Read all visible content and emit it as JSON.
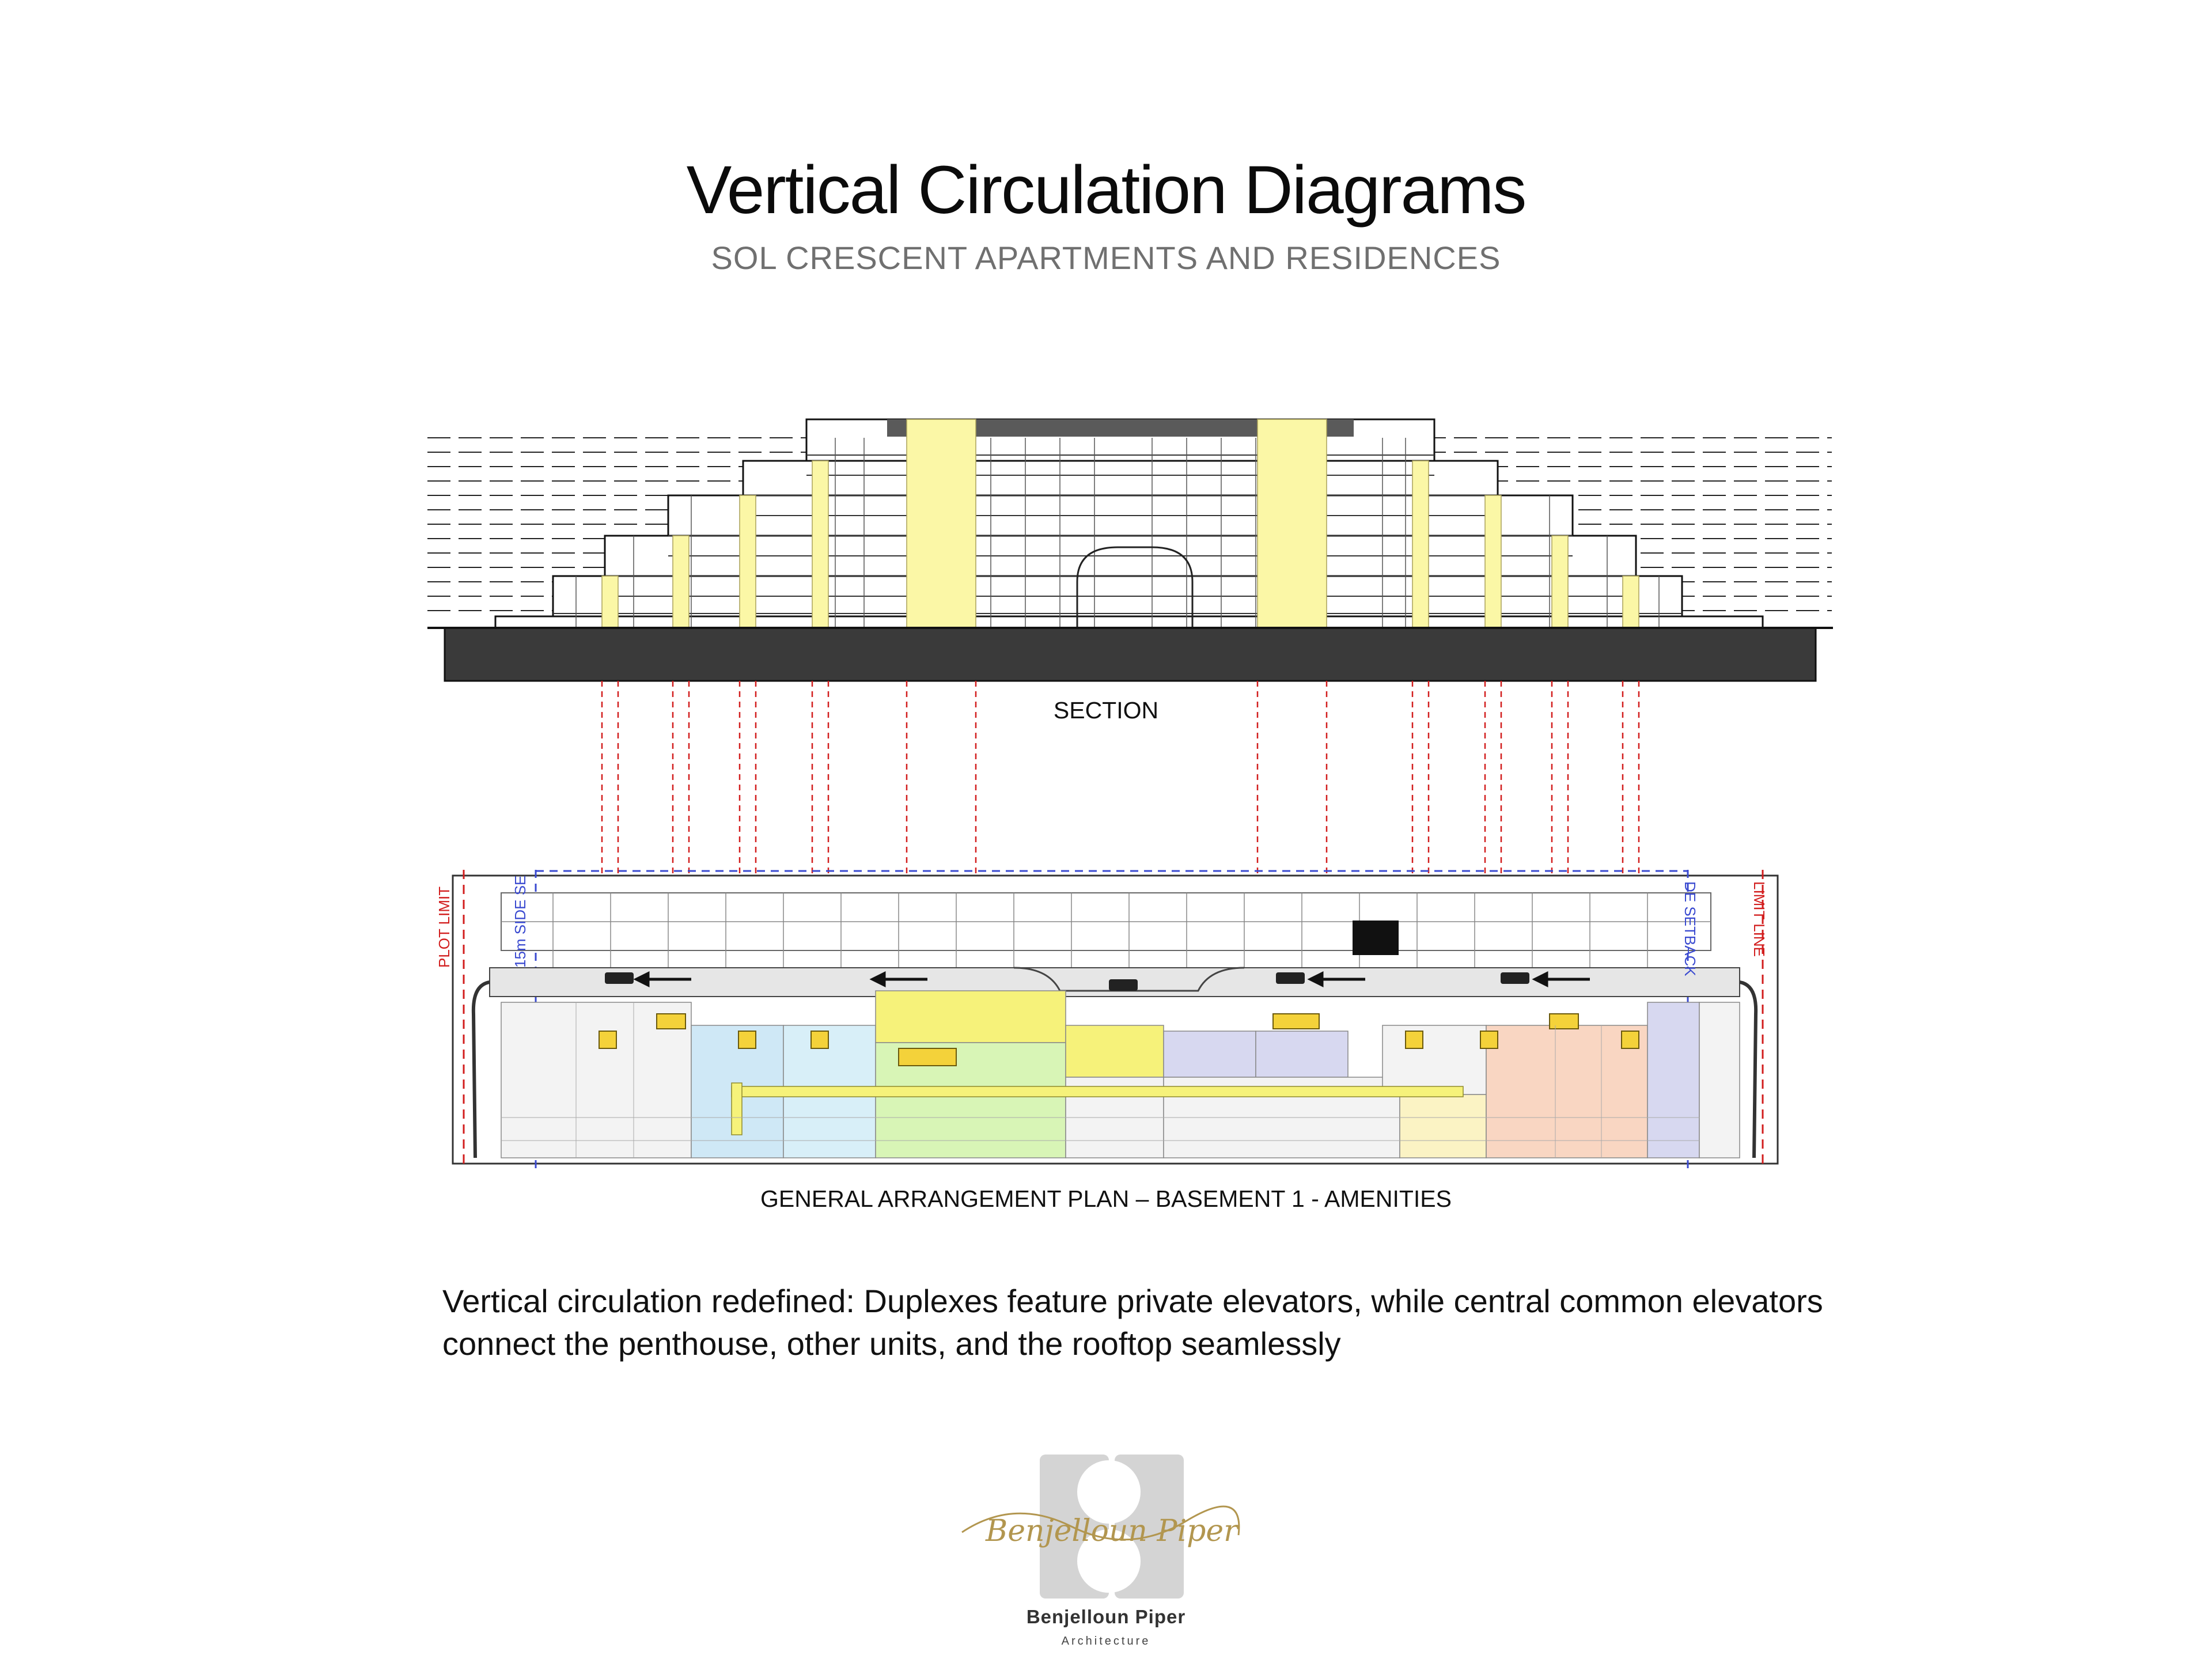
{
  "page": {
    "title": "Vertical Circulation Diagrams",
    "subtitle": "SOL CRESCENT APARTMENTS AND RESIDENCES"
  },
  "section": {
    "label": "SECTION"
  },
  "plan": {
    "label": "GENERAL ARRANGEMENT PLAN – BASEMENT 1 - AMENITIES",
    "annotations": {
      "plot_limit": "PLOT LIMIT",
      "side_setback_left": "15m SIDE SE",
      "side_setback_right": "DE SETBACK",
      "limit_line": "LIMIT LINE"
    }
  },
  "description": {
    "text": "Vertical circulation redefined: Duplexes feature private elevators, while central common elevators connect the penthouse, other units, and the rooftop seamlessly"
  },
  "logo": {
    "script": "Benjelloun Piper",
    "name": "Benjelloun Piper",
    "sub": "Architecture"
  },
  "colors": {
    "core": "#fbf7a6",
    "red_guide": "#d21e1e",
    "blue_setback": "#3a4ad0",
    "plan_yellow": "#f6f27a",
    "plan_blue": "#cfe8f6",
    "plan_green": "#d8f5b6",
    "plan_orange": "#f9d6c2",
    "plan_lavender": "#d7d8f0",
    "plan_cream": "#fbf3c4",
    "slab": "#3a3a3a",
    "logo_gold": "#b2964f",
    "logo_grey": "#d4d4d4"
  }
}
